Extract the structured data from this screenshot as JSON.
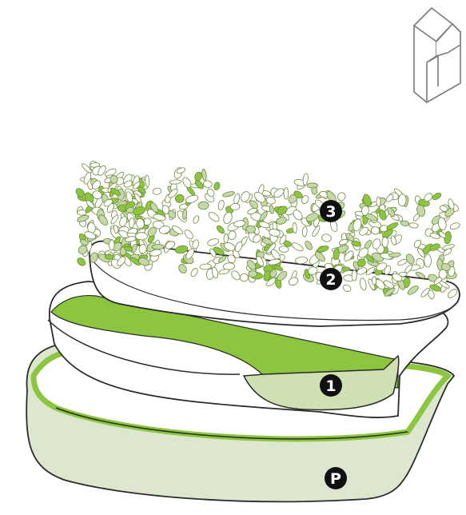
{
  "colors": {
    "base_fill": "#dde6cf",
    "accent_green": "#8cc63f",
    "light_green": "#cfe0b3",
    "outline": "#2b2b2b",
    "badge_fill": "#111111",
    "badge_text": "#ffffff",
    "leaf_dark": "#6e8a3c",
    "leaf_light": "#c5d9a8"
  },
  "icon": {
    "name": "package-box-icon"
  },
  "markers": {
    "layer_3": "3",
    "layer_2": "2",
    "layer_1": "1",
    "layer_p": "P"
  }
}
